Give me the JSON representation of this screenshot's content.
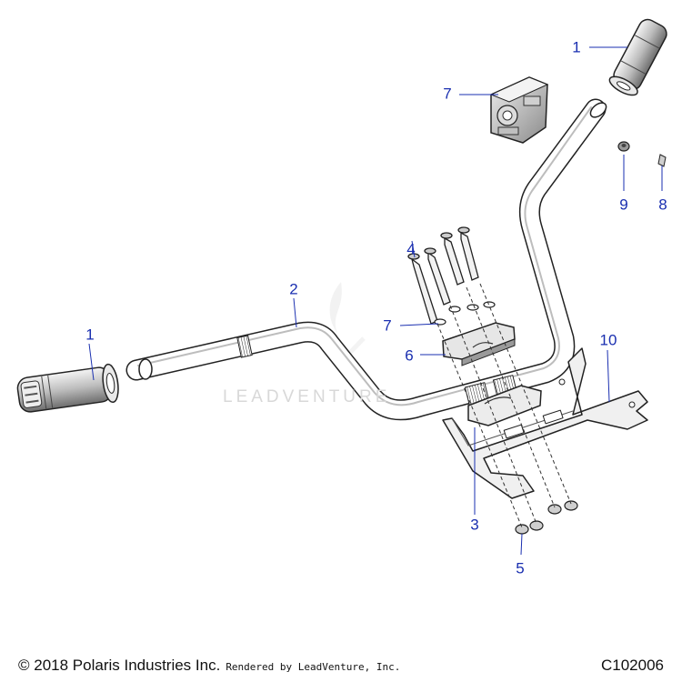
{
  "diagram": {
    "watermark": "LEADVENTURE",
    "callouts": [
      {
        "id": "c1a",
        "label": "1"
      },
      {
        "id": "c1b",
        "label": "1"
      },
      {
        "id": "c2",
        "label": "2"
      },
      {
        "id": "c3",
        "label": "3"
      },
      {
        "id": "c4",
        "label": "4"
      },
      {
        "id": "c5",
        "label": "5"
      },
      {
        "id": "c6",
        "label": "6"
      },
      {
        "id": "c7a",
        "label": "7"
      },
      {
        "id": "c7b",
        "label": "7"
      },
      {
        "id": "c8",
        "label": "8"
      },
      {
        "id": "c9",
        "label": "9"
      },
      {
        "id": "c10",
        "label": "10"
      }
    ]
  },
  "footer": {
    "copyright": "© 2018 Polaris Industries Inc.",
    "rendered_by": "Rendered by LeadVenture, Inc.",
    "code": "C102006"
  },
  "colors": {
    "callout": "#1a2fb0",
    "line": "#222222"
  }
}
